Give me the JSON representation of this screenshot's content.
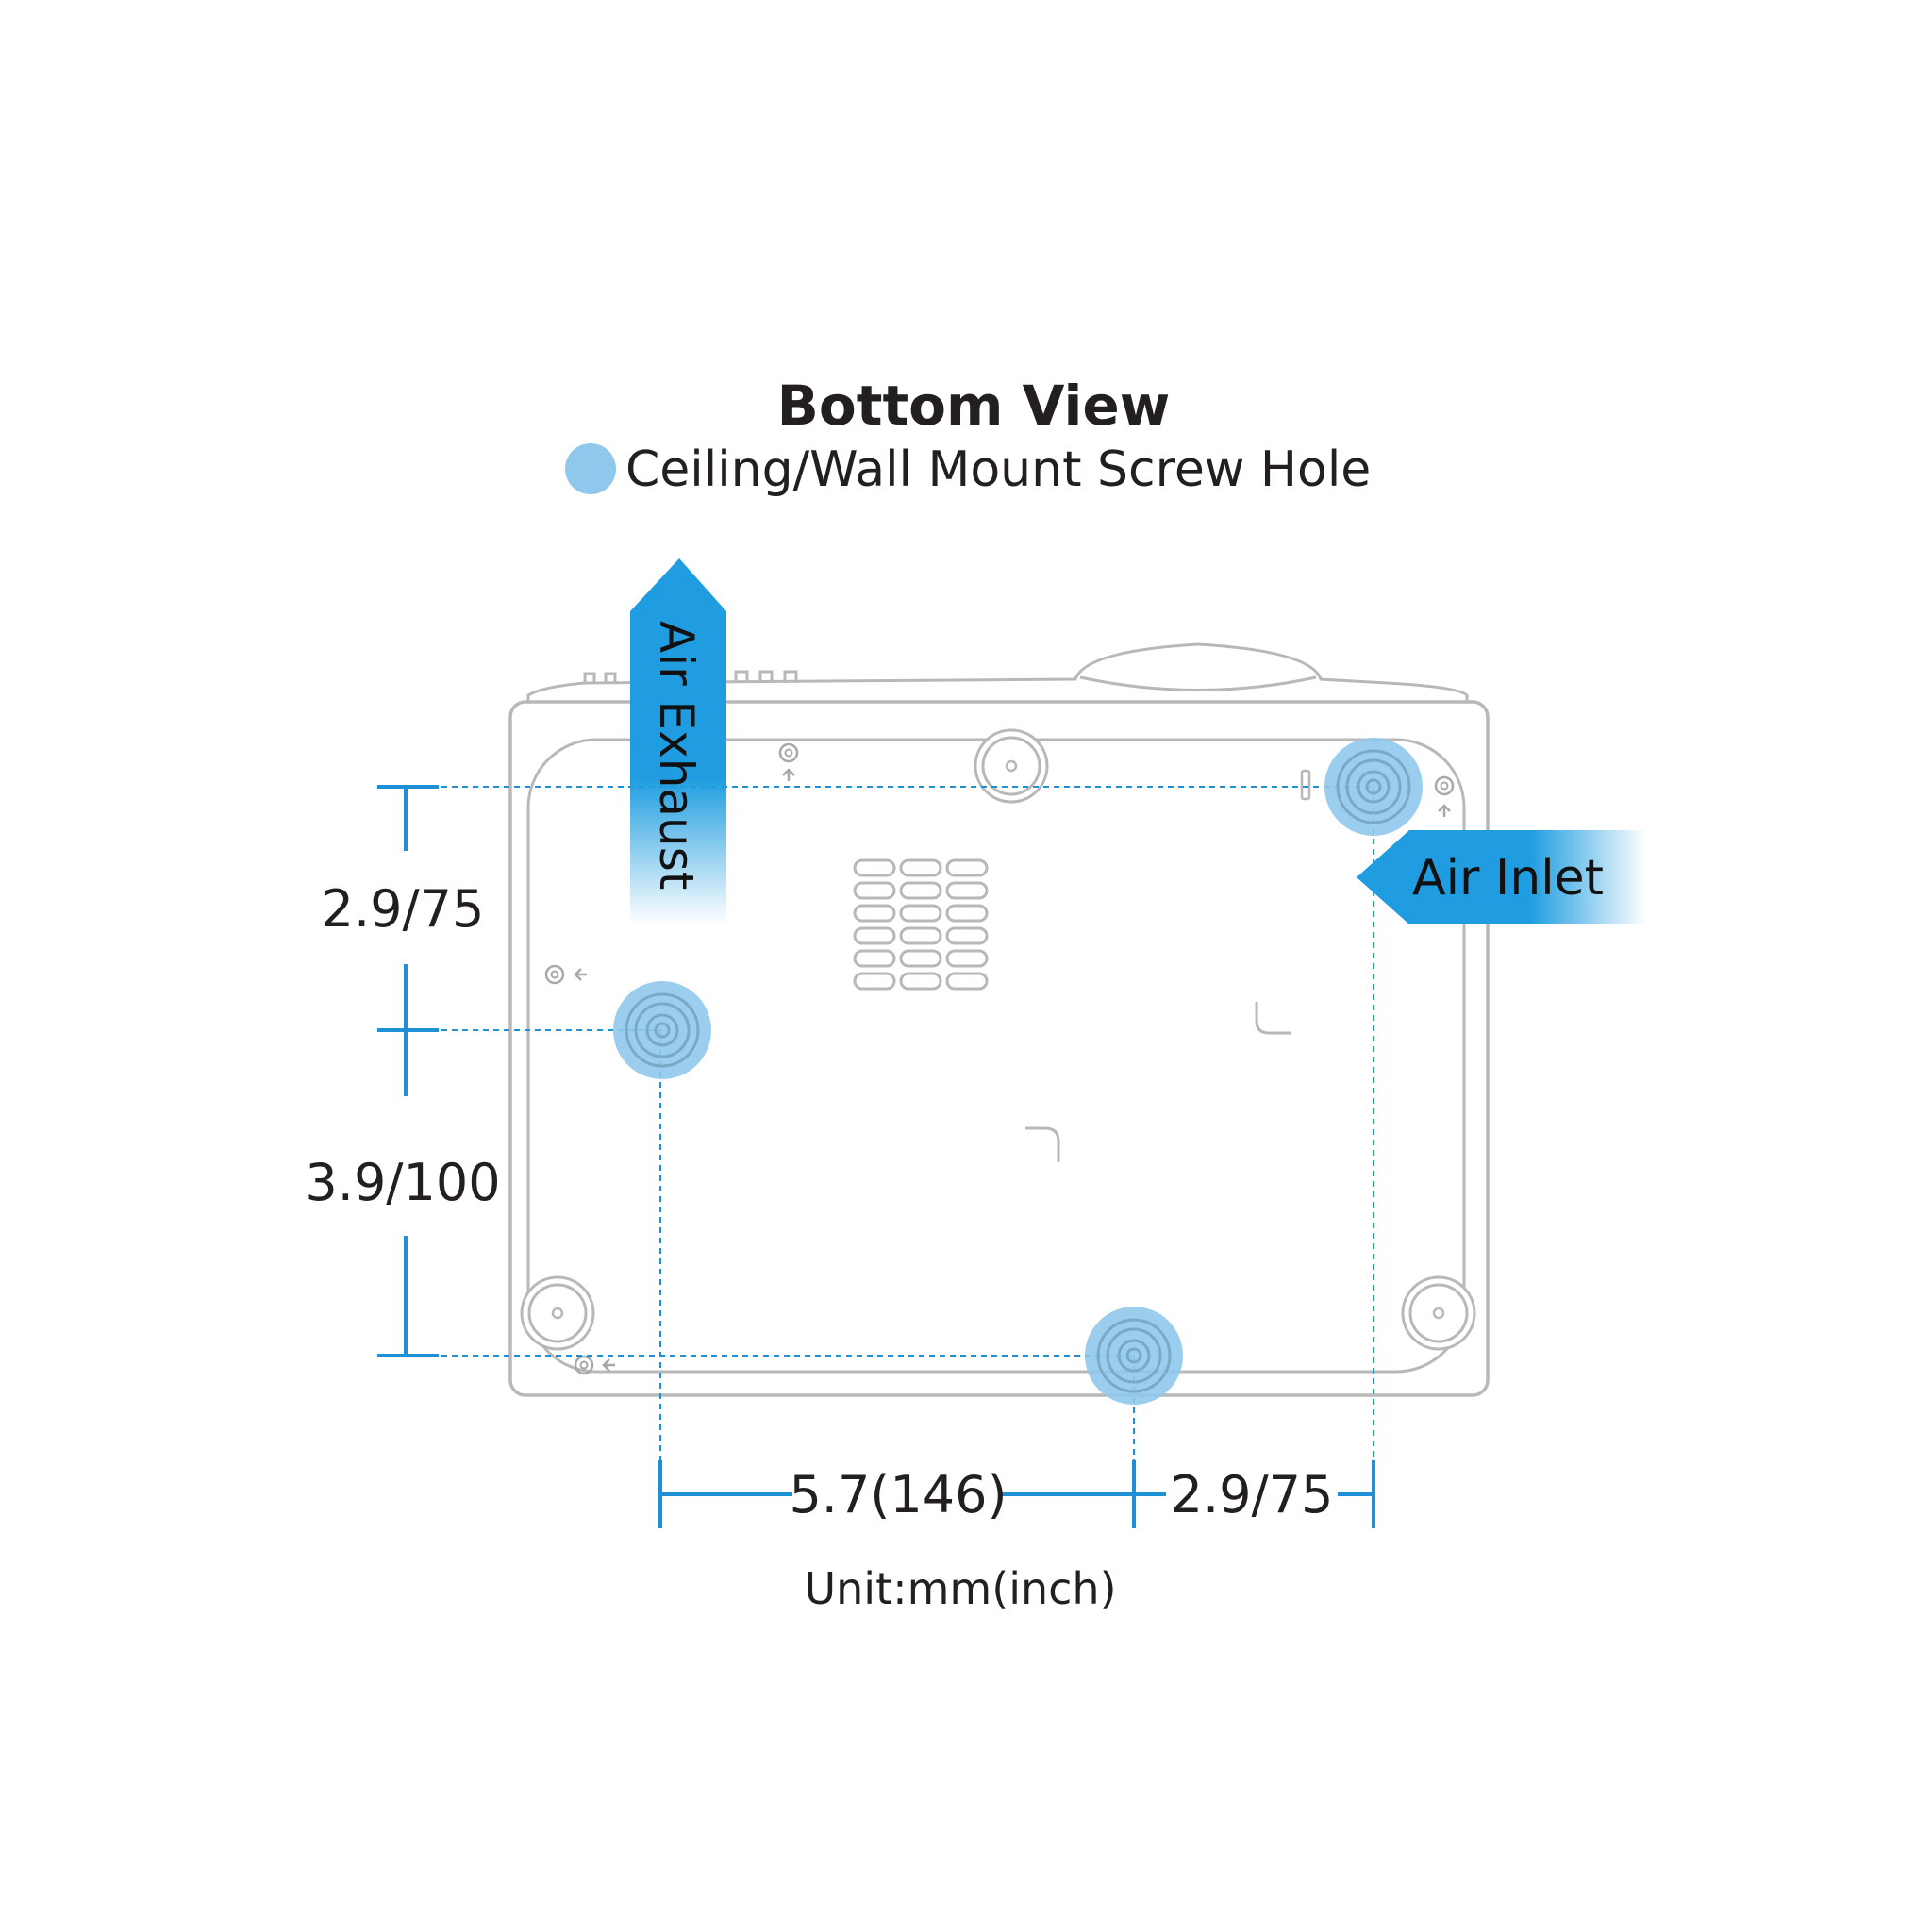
{
  "title": "Bottom View",
  "legend": {
    "label": "Ceiling/Wall Mount Screw Hole",
    "swatch_color": "#8fc8ec"
  },
  "airflow": {
    "exhaust_label": "Air Exhaust",
    "inlet_label": "Air Inlet",
    "color": "#1f9de0"
  },
  "dimensions": {
    "vertical_top": "2.9/75",
    "vertical_bottom": "3.9/100",
    "horizontal_left": "5.7(146)",
    "horizontal_right": "2.9/75",
    "line_color": "#1e90d6"
  },
  "unit_label": "Unit:mm(inch)"
}
